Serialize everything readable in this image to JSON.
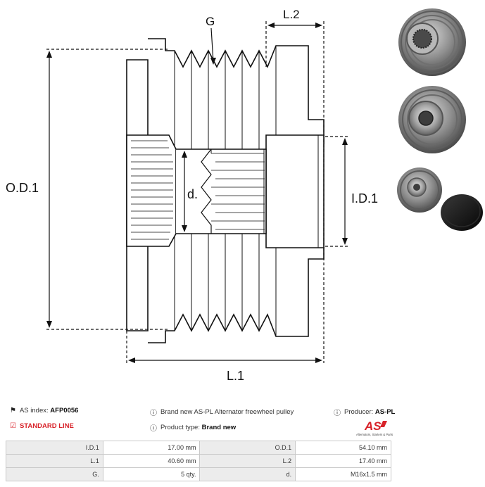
{
  "dimension_labels": {
    "groove": "G",
    "length_2": "L.2",
    "outer_diameter": "O.D.1",
    "inner_diameter": "I.D.1",
    "thread": "d.",
    "length_1": "L.1"
  },
  "info": {
    "index_label": "AS index:",
    "index_value": "AFP0056",
    "line_label": "STANDARD LINE",
    "description": "Brand new AS-PL Alternator freewheel pulley",
    "product_type_label": "Product type:",
    "product_type_value": "Brand new",
    "producer_label": "Producer:",
    "producer_value": "AS-PL"
  },
  "logo": {
    "text": "AS",
    "tagline": "Alternators, Starters & Parts",
    "color": "#d8232a"
  },
  "specs": [
    {
      "label": "I.D.1",
      "value": "17.00 mm",
      "label2": "O.D.1",
      "value2": "54.10 mm"
    },
    {
      "label": "L.1",
      "value": "40.60 mm",
      "label2": "L.2",
      "value2": "17.40 mm"
    },
    {
      "label": "G.",
      "value": "5 qty.",
      "label2": "d.",
      "value2": "M16x1.5 mm"
    }
  ]
}
